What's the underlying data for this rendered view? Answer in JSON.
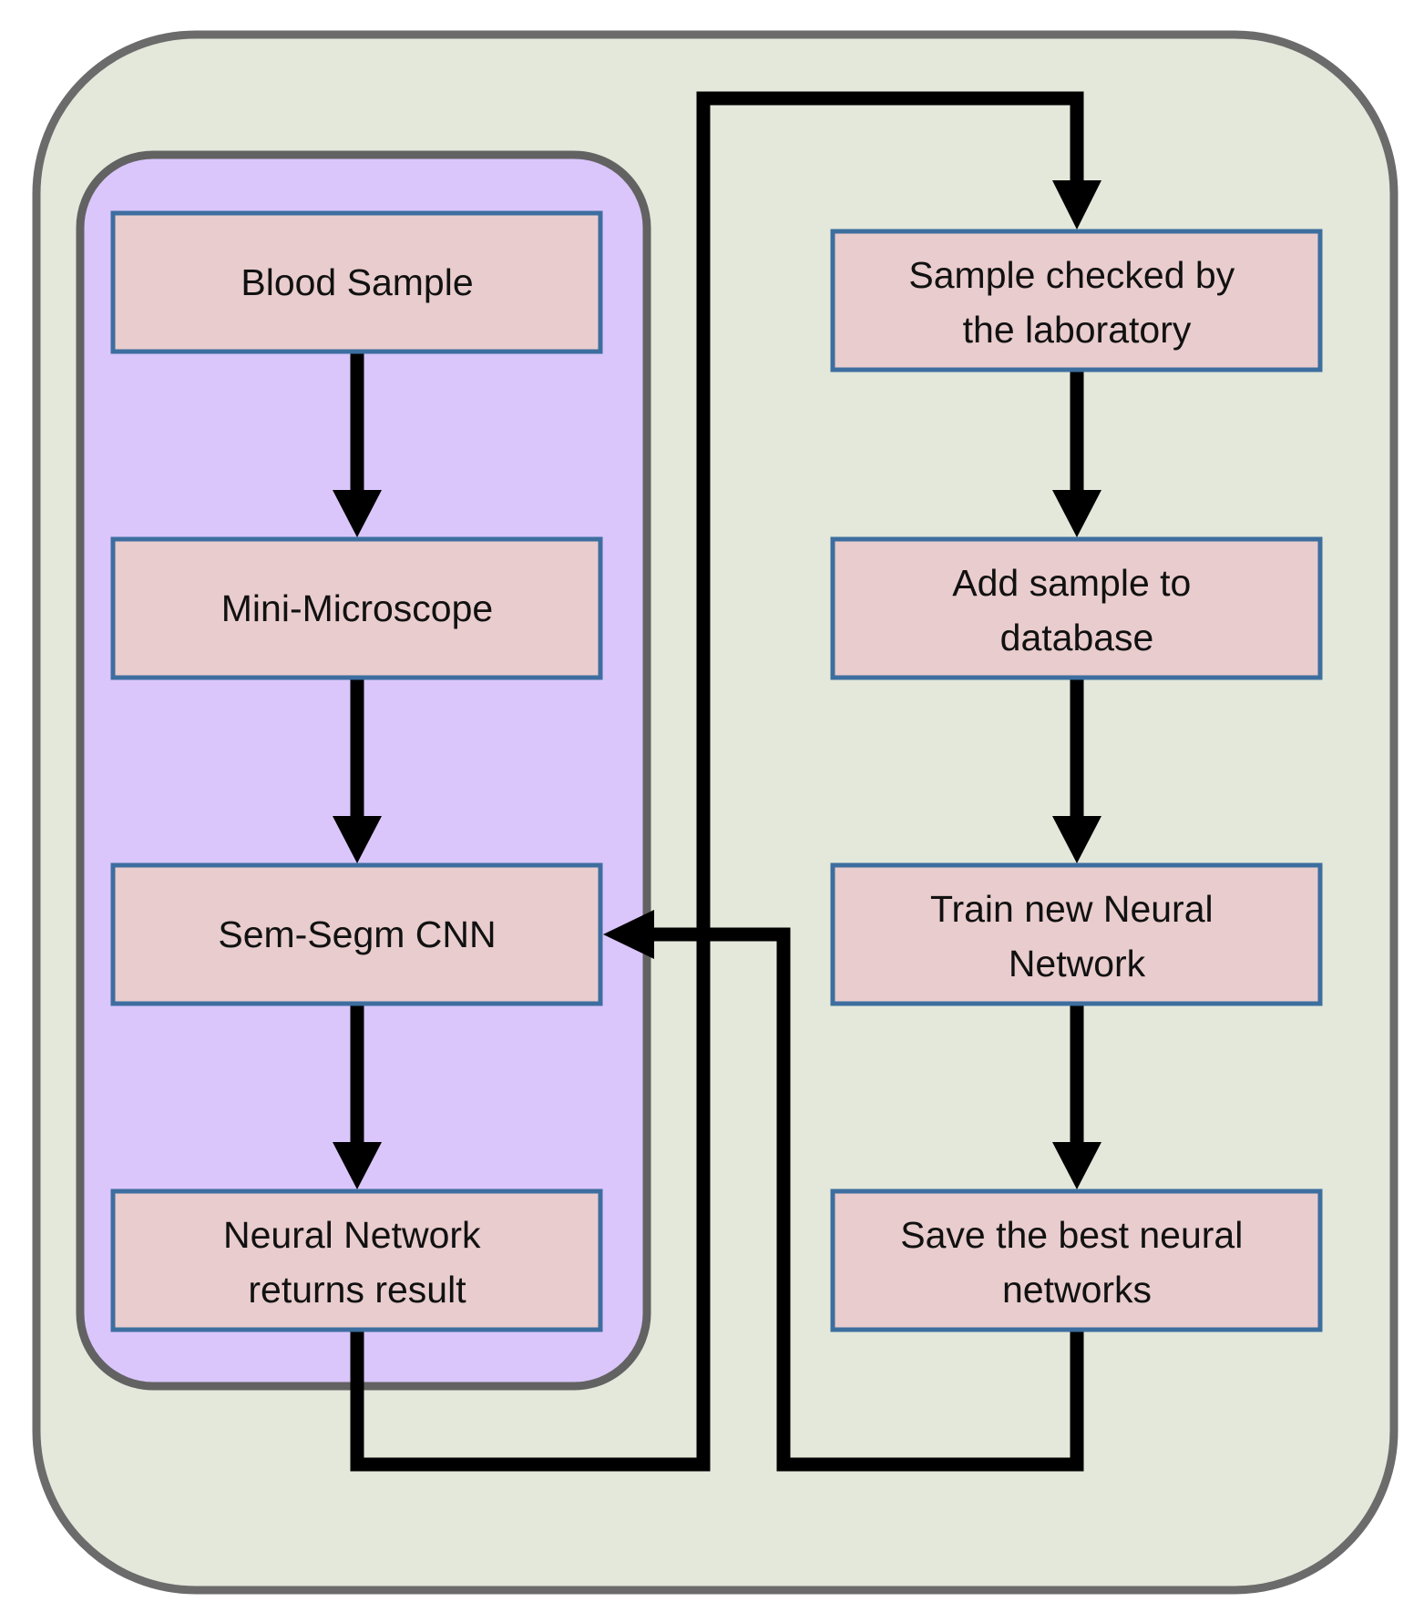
{
  "colors": {
    "outer_fill": "#e3e8da",
    "outer_stroke": "#6b6b6b",
    "inner_fill": "#dac6fb",
    "inner_stroke": "#626262",
    "box_fill": "#e9cccd",
    "box_stroke": "#3d6e9f",
    "arrow": "#000000",
    "text": "#111111"
  },
  "boxes": {
    "blood_sample": [
      "Blood Sample"
    ],
    "mini_microscope": [
      "Mini-Microscope"
    ],
    "sem_segm_cnn": [
      "Sem-Segm CNN"
    ],
    "nn_returns_result": [
      "Neural Network",
      "returns result"
    ],
    "sample_checked": [
      "Sample checked by",
      "the laboratory"
    ],
    "add_to_database": [
      "Add sample to",
      "database"
    ],
    "train_new_nn": [
      "Train new Neural",
      "Network"
    ],
    "save_best_nn": [
      "Save the best neural",
      "networks"
    ]
  }
}
